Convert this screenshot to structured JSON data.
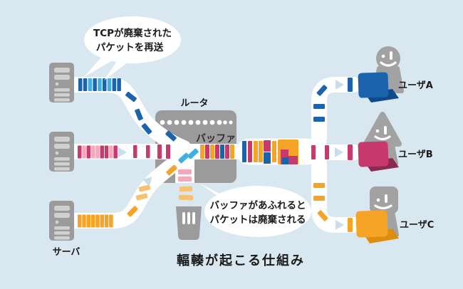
{
  "title": "輻輳が起こる仕組み",
  "labels": {
    "server": "サーバ",
    "router": "ルータ",
    "buffer": "バッファ",
    "user_a": "ユーザA",
    "user_b": "ユーザB",
    "user_c": "ユーザC"
  },
  "callouts": {
    "retransmit": {
      "line1": "TCPが廃棄された",
      "line2": "パケットを再送"
    },
    "overflow": {
      "line1": "バッファがあふれると",
      "line2": "パケットは廃棄される"
    }
  },
  "colors": {
    "background": "#d9e8f0",
    "device_gray": "#9b9b9b",
    "pipe_white": "#ffffff",
    "packet_blue": "#1c63ad",
    "packet_light_blue": "#3fb0e4",
    "packet_magenta": "#c8396e",
    "packet_light_pink": "#f4a9ba",
    "packet_orange": "#f6a425",
    "packet_light_orange": "#f8c071",
    "flow_arrow": "#c9deea",
    "text": "#1a1a1a"
  },
  "icons": {
    "server": "server-tower",
    "router": "router-box-with-vents",
    "trash": "trash-can",
    "user_a_head": "round-smiley-face",
    "user_b_head": "triangle-smiley-face",
    "user_c_head": "square-smiley-face",
    "laptop": "laptop",
    "flow_arrow": "play-triangle"
  }
}
